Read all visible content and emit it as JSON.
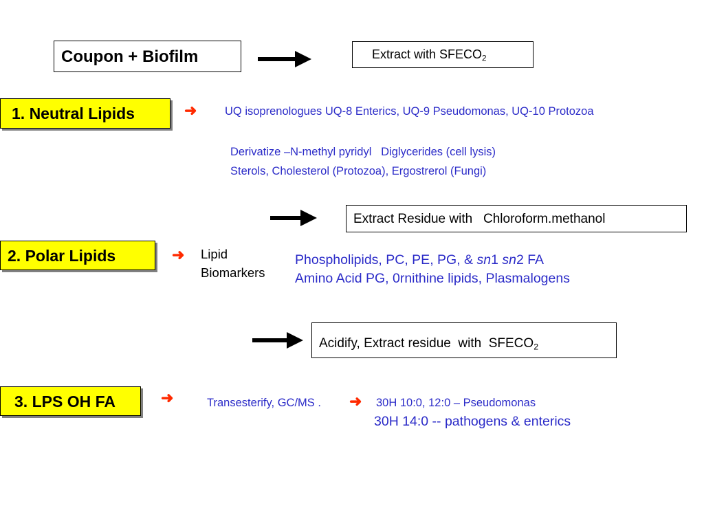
{
  "start_box": "Coupon + Biofilm",
  "step1": {
    "extract_box": {
      "text": "Extract with SFECO",
      "sub": "2"
    },
    "label": "1.  Neutral Lipids",
    "line1": "UQ isoprenologues UQ-8 Enterics, UQ-9 Pseudomonas, UQ-10 Protozoa",
    "line2": "Derivatize –N-methyl pyridyl   Diglycerides (cell lysis)",
    "line3": "Sterols, Cholesterol (Protozoa), Ergostrerol (Fungi)"
  },
  "step2": {
    "extract_box": "Extract Residue with   Chloroform.methanol",
    "label": "2. Polar Lipids",
    "side_label_1": "Lipid",
    "side_label_2": "Biomarkers",
    "line1_a": "Phospholipids, PC, PE, PG, & ",
    "line1_sn1": "sn",
    "line1_1": "1 ",
    "line1_sn2": "sn",
    "line1_2": "2 FA",
    "line2": "Amino Acid PG, 0rnithine lipids, Plasmalogens"
  },
  "step3": {
    "extract_box": {
      "text": "Acidify, Extract residue  with  SFECO",
      "sub": "2"
    },
    "label": "3. LPS OH FA",
    "line1_a": "Transesterify, GC/MS .",
    "line1_b": "30H 10:0, 12:0 –  Pseudomonas",
    "line2": "30H 14:0 -- pathogens & enterics"
  },
  "icons": {
    "black_arrow": "right-arrow-icon",
    "red_arrow": "red-right-arrow-icon",
    "red_arrow_glyph": "➜"
  },
  "colors": {
    "label_fill": "#ffff00",
    "blue_text": "#2b2bc8",
    "red_arrow": "#ff2a00"
  }
}
